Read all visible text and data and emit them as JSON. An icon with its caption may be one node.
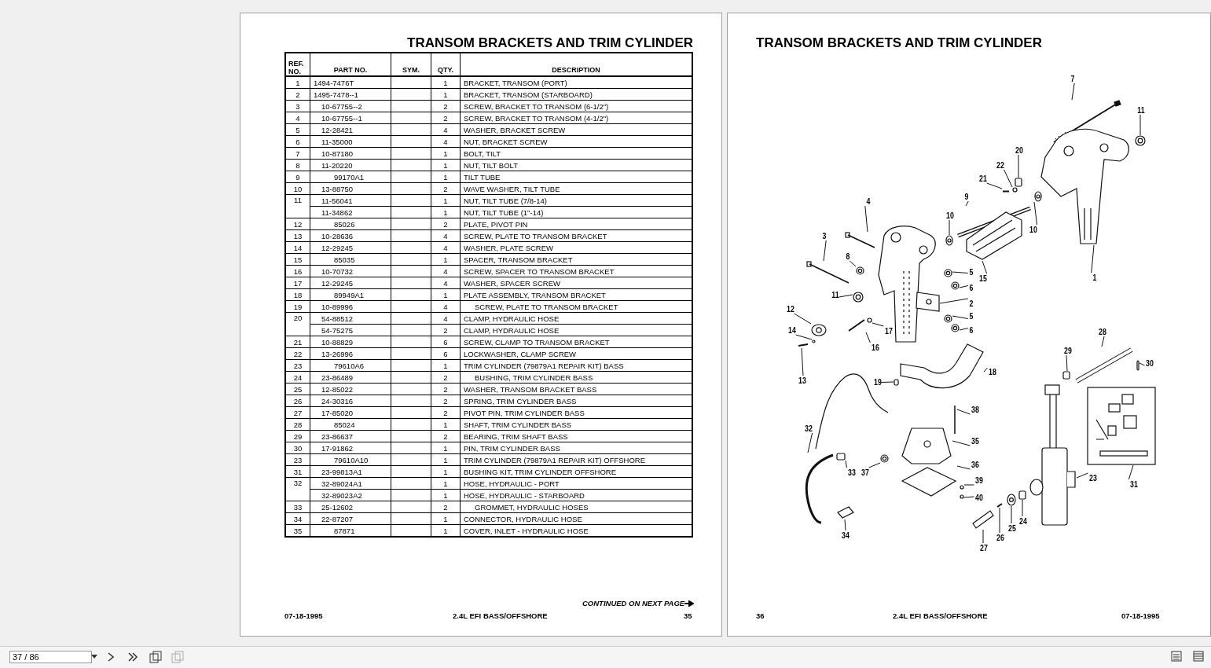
{
  "diagram": {
    "nodes": [
      {
        "text": [
          "7"
        ]
      },
      {
        "text": [
          "11"
        ]
      },
      {
        "text": [
          "20"
        ]
      },
      {
        "text": [
          "22"
        ]
      },
      {
        "text": [
          "21"
        ]
      },
      {
        "text": [
          "9"
        ]
      },
      {
        "text": [
          "10"
        ]
      },
      {
        "text": [
          "4"
        ]
      },
      {
        "text": [
          "10"
        ]
      },
      {
        "text": [
          "3"
        ]
      },
      {
        "text": [
          "8"
        ]
      },
      {
        "text": [
          "5"
        ]
      },
      {
        "text": [
          "15"
        ]
      },
      {
        "text": [
          "1"
        ]
      },
      {
        "text": [
          "11"
        ]
      },
      {
        "text": [
          "6"
        ]
      },
      {
        "text": [
          "2"
        ]
      },
      {
        "text": [
          "5"
        ]
      },
      {
        "text": [
          "12"
        ]
      },
      {
        "text": [
          "6"
        ]
      },
      {
        "text": [
          "14"
        ]
      },
      {
        "text": [
          "17"
        ]
      },
      {
        "text": [
          "16"
        ]
      },
      {
        "text": [
          "28"
        ]
      },
      {
        "text": [
          "29"
        ]
      },
      {
        "text": [
          "30"
        ]
      },
      {
        "text": [
          "18"
        ]
      },
      {
        "text": [
          "19"
        ]
      },
      {
        "text": [
          "13"
        ]
      },
      {
        "text": [
          "38"
        ]
      },
      {
        "text": [
          "32"
        ]
      },
      {
        "text": [
          "35"
        ]
      },
      {
        "text": [
          "36"
        ]
      },
      {
        "text": [
          "33"
        ]
      },
      {
        "text": [
          "37"
        ]
      },
      {
        "text": [
          "39"
        ]
      },
      {
        "text": [
          "31"
        ]
      },
      {
        "text": [
          "23"
        ]
      },
      {
        "text": [
          "40"
        ]
      },
      {
        "text": [
          "24"
        ]
      },
      {
        "text": [
          "25"
        ]
      },
      {
        "text": [
          "34"
        ]
      },
      {
        "text": [
          "26"
        ]
      },
      {
        "text": [
          "27"
        ]
      },
      {
        "text": [],
        "shape": "picture"
      },
      {
        "text": [],
        "shape": "circle"
      },
      {
        "text": [],
        "shape": "box"
      },
      {
        "text": [],
        "shape": "circle"
      },
      {
        "text": [],
        "shape": "picture"
      },
      {
        "text": [],
        "shape": "picture"
      },
      {
        "text": [],
        "shape": "circle"
      },
      {
        "text": [],
        "shape": "picture"
      },
      {
        "text": [],
        "shape": "circle"
      },
      {
        "text": [],
        "shape": "picture"
      },
      {
        "text": [],
        "shape": "circle"
      },
      {
        "text": [],
        "shape": "circle"
      },
      {
        "text": [],
        "shape": "picture"
      },
      {
        "text": [],
        "shape": "picture"
      },
      {
        "text": [],
        "shape": "circle"
      },
      {
        "text": [],
        "shape": "circle"
      },
      {
        "text": [],
        "shape": "picture"
      },
      {
        "text": [],
        "shape": "circle"
      },
      {
        "text": [],
        "shape": "circle"
      },
      {
        "text": [],
        "shape": "circle"
      },
      {
        "text": [],
        "shape": "circle"
      },
      {
        "text": [],
        "shape": "circle"
      },
      {
        "text": [],
        "shape": "picture"
      },
      {
        "text": [],
        "shape": "picture"
      },
      {
        "text": [],
        "shape": "box"
      },
      {
        "text": [],
        "shape": "box"
      },
      {
        "text": [],
        "shape": "picture"
      },
      {
        "text": [],
        "shape": "box"
      },
      {
        "text": [],
        "shape": "picture"
      },
      {
        "text": [],
        "shape": "picture"
      },
      {
        "text": [],
        "shape": "picture"
      },
      {
        "text": [],
        "shape": "picture"
      },
      {
        "text": [],
        "shape": "picture"
      },
      {
        "text": [],
        "shape": "box"
      },
      {
        "text": [],
        "shape": "circle"
      },
      {
        "text": [],
        "shape": "circle"
      },
      {
        "text": [],
        "shape": "picture"
      },
      {
        "text": [],
        "shape": "picture"
      },
      {
        "text": [],
        "shape": "circle"
      },
      {
        "text": [],
        "shape": "box"
      },
      {
        "text": [],
        "shape": "circle"
      },
      {
        "text": [],
        "shape": "picture"
      },
      {
        "text": [],
        "shape": "picture"
      },
      {
        "text": [],
        "shape": "picture"
      }
    ],
    "edges": [
      {
        "from": 0,
        "to": 44,
        "arrow": "none"
      },
      {
        "from": 1,
        "to": 45,
        "arrow": "none"
      },
      {
        "from": 2,
        "to": 46,
        "arrow": "none"
      },
      {
        "from": 3,
        "to": 47,
        "arrow": "none"
      },
      {
        "from": 4,
        "to": 48,
        "arrow": "none"
      },
      {
        "from": 5,
        "to": 49,
        "arrow": "none"
      },
      {
        "from": 6,
        "to": 50,
        "arrow": "none"
      },
      {
        "from": 7,
        "to": 51,
        "arrow": "none"
      },
      {
        "from": 8,
        "to": 52,
        "arrow": "none"
      },
      {
        "from": 9,
        "to": 53,
        "arrow": "none"
      },
      {
        "from": 10,
        "to": 54,
        "arrow": "none"
      },
      {
        "from": 11,
        "to": 55,
        "arrow": "none"
      },
      {
        "from": 12,
        "to": 56,
        "arrow": "none"
      },
      {
        "from": 13,
        "to": 57,
        "arrow": "none"
      },
      {
        "from": 14,
        "to": 58,
        "arrow": "none"
      },
      {
        "from": 15,
        "to": 59,
        "arrow": "none"
      },
      {
        "from": 16,
        "to": 60,
        "arrow": "none"
      },
      {
        "from": 17,
        "to": 61,
        "arrow": "none"
      },
      {
        "from": 18,
        "to": 62,
        "arrow": "none"
      },
      {
        "from": 19,
        "to": 63,
        "arrow": "none"
      },
      {
        "from": 20,
        "to": 64,
        "arrow": "none"
      },
      {
        "from": 21,
        "to": 65,
        "arrow": "none"
      },
      {
        "from": 22,
        "to": 66,
        "arrow": "none"
      },
      {
        "from": 23,
        "to": 67,
        "arrow": "none"
      },
      {
        "from": 24,
        "to": 68,
        "arrow": "none"
      },
      {
        "from": 25,
        "to": 69,
        "arrow": "none"
      },
      {
        "from": 26,
        "to": 70,
        "arrow": "none"
      },
      {
        "from": 27,
        "to": 71,
        "arrow": "none"
      },
      {
        "from": 28,
        "to": 72,
        "arrow": "none"
      },
      {
        "from": 29,
        "to": 73,
        "arrow": "none"
      },
      {
        "from": 30,
        "to": 74,
        "arrow": "none"
      },
      {
        "from": 31,
        "to": 75,
        "arrow": "none"
      },
      {
        "from": 32,
        "to": 76,
        "arrow": "none"
      },
      {
        "from": 33,
        "to": 77,
        "arrow": "none"
      },
      {
        "from": 34,
        "to": 78,
        "arrow": "none"
      },
      {
        "from": 35,
        "to": 79,
        "arrow": "none"
      },
      {
        "from": 36,
        "to": 80,
        "arrow": "none"
      },
      {
        "from": 37,
        "to": 81,
        "arrow": "none"
      },
      {
        "from": 38,
        "to": 82,
        "arrow": "none"
      },
      {
        "from": 39,
        "to": 83,
        "arrow": "none"
      },
      {
        "from": 40,
        "to": 84,
        "arrow": "none"
      },
      {
        "from": 41,
        "to": 85,
        "arrow": "none"
      },
      {
        "from": 42,
        "to": 86,
        "arrow": "none"
      },
      {
        "from": 43,
        "to": 87,
        "arrow": "none"
      }
    ],
    "labels": [
      "TRANSOM BRACKETS AND TRIM CYLINDER",
      "REF. NO.",
      "PART NO.",
      "SYM.",
      "QTY.",
      "DESCRIPTION",
      "1",
      "1494-7476T",
      "1",
      "BRACKET, TRANSOM (PORT)",
      "2",
      "1495-7478--1",
      "1",
      "BRACKET, TRANSOM (STARBOARD)",
      "3",
      "10-67755--2",
      "2",
      "SCREW, BRACKET TO TRANSOM (6-1/2\")",
      "4",
      "10-67755--1",
      "2",
      "SCREW, BRACKET TO TRANSOM (4-1/2\")",
      "5",
      "12-28421",
      "4",
      "WASHER, BRACKET SCREW",
      "6",
      "11-35000",
      "4",
      "NUT, BRACKET SCREW",
      "7",
      "10-87180",
      "1",
      "BOLT, TILT",
      "8",
      "11-20220",
      "1",
      "NUT, TILT BOLT",
      "9",
      "99170A1",
      "1",
      "TILT TUBE",
      "10",
      "13-88750",
      "2",
      "WAVE WASHER, TILT TUBE",
      "11",
      "11-56041",
      "1",
      "NUT, TILT TUBE (7/8-14)",
      "11-34862",
      "1",
      "NUT, TILT TUBE (1\"-14)",
      "12",
      "85026",
      "2",
      "PLATE, PIVOT PIN",
      "13",
      "10-28636",
      "4",
      "SCREW, PLATE TO TRANSOM BRACKET",
      "14",
      "12-29245",
      "4",
      "WASHER, PLATE SCREW",
      "15",
      "85035",
      "1",
      "SPACER, TRANSOM BRACKET",
      "16",
      "10-70732",
      "4",
      "SCREW, SPACER TO TRANSOM BRACKET",
      "17",
      "12-29245",
      "4",
      "WASHER, SPACER SCREW",
      "18",
      "89949A1",
      "1",
      "PLATE ASSEMBLY, TRANSOM BRACKET",
      "19",
      "10-89996",
      "4",
      "SCREW, PLATE TO TRANSOM BRACKET",
      "20",
      "54-88512",
      "4",
      "CLAMP, HYDRAULIC HOSE",
      "54-75275",
      "2",
      "CLAMP, HYDRAULIC HOSE",
      "21",
      "10-88829",
      "6",
      "SCREW, CLAMP TO TRANSOM BRACKET",
      "22",
      "13-26996",
      "6",
      "LOCKWASHER, CLAMP SCREW",
      "23",
      "79610A6",
      "1",
      "TRIM CYLINDER (79879A1 REPAIR KIT) BASS",
      "24",
      "23-86489",
      "2",
      "BUSHING, TRIM CYLINDER BASS",
      "25",
      "12-85022",
      "2",
      "WASHER, TRANSOM BRACKET BASS",
      "26",
      "24-30316",
      "2",
      "SPRING, TRIM CYLINDER BASS",
      "27",
      "17-85020",
      "2",
      "PIVOT PIN, TRIM CYLINDER BASS",
      "28",
      "85024",
      "1",
      "SHAFT, TRIM CYLINDER BASS",
      "29",
      "23-86637",
      "2",
      "BEARING, TRIM SHAFT BASS",
      "30",
      "17-91862",
      "1",
      "PIN, TRIM CYLINDER BASS",
      "23",
      "79610A10",
      "1",
      "TRIM CYLINDER (79879A1 REPAIR KIT) OFFSHORE",
      "31",
      "23-99813A1",
      "1",
      "BUSHING KIT, TRIM CYLINDER OFFSHORE",
      "32",
      "32-89024A1",
      "1",
      "HOSE, HYDRAULIC - PORT",
      "32-89023A2",
      "1",
      "HOSE, HYDRAULIC - STARBOARD",
      "33",
      "25-12602",
      "2",
      "GROMMET, HYDRAULIC HOSES",
      "34",
      "22-87207",
      "1",
      "CONNECTOR, HYDRAULIC HOSE",
      "35",
      "87871",
      "1",
      "COVER, INLET - HYDRAULIC HOSE",
      "CONTINUED ON NEXT PAGE",
      "07-18-1995",
      "2.4L EFI BASS/OFFSHORE",
      "35",
      "TRANSOM BRACKETS AND TRIM CYLINDER",
      "36",
      "2.4L EFI BASS/OFFSHORE",
      "07-18-1995",
      "37 / 86"
    ]
  }
}
